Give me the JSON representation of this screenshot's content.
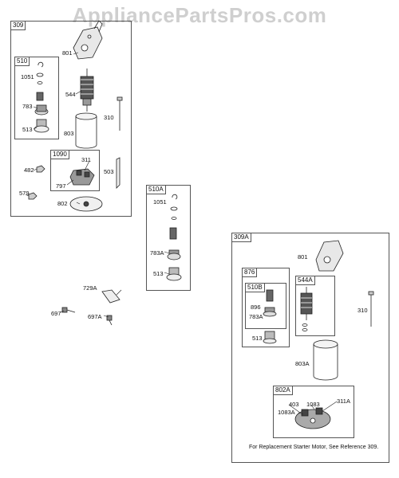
{
  "watermark": "AppliancePartsPros.com",
  "groups": {
    "g309": "309",
    "g510": "510",
    "g1090": "1090",
    "g510A": "510A",
    "g309A": "309A",
    "g876": "876",
    "g510B": "510B",
    "g544A": "544A",
    "g802A": "802A"
  },
  "parts": {
    "p801": "801",
    "p1051": "1051",
    "p544": "544",
    "p783": "783",
    "p310": "310",
    "p803": "803",
    "p513": "513",
    "p311": "311",
    "p482": "482",
    "p503": "503",
    "p797": "797",
    "p579": "579",
    "p802": "802",
    "pA1051": "1051",
    "pA783A": "783A",
    "pA513": "513",
    "p729A": "729A",
    "p697": "697",
    "p697A": "697A",
    "pB801": "801",
    "pB896": "896",
    "pB783A": "783A",
    "pB310": "310",
    "pB513": "513",
    "pB803A": "803A",
    "pB403": "403",
    "pB1083": "1083",
    "pB1083A": "1083A",
    "pB311A": "311A"
  },
  "note": "For Replacement Starter Motor, See Reference 309."
}
